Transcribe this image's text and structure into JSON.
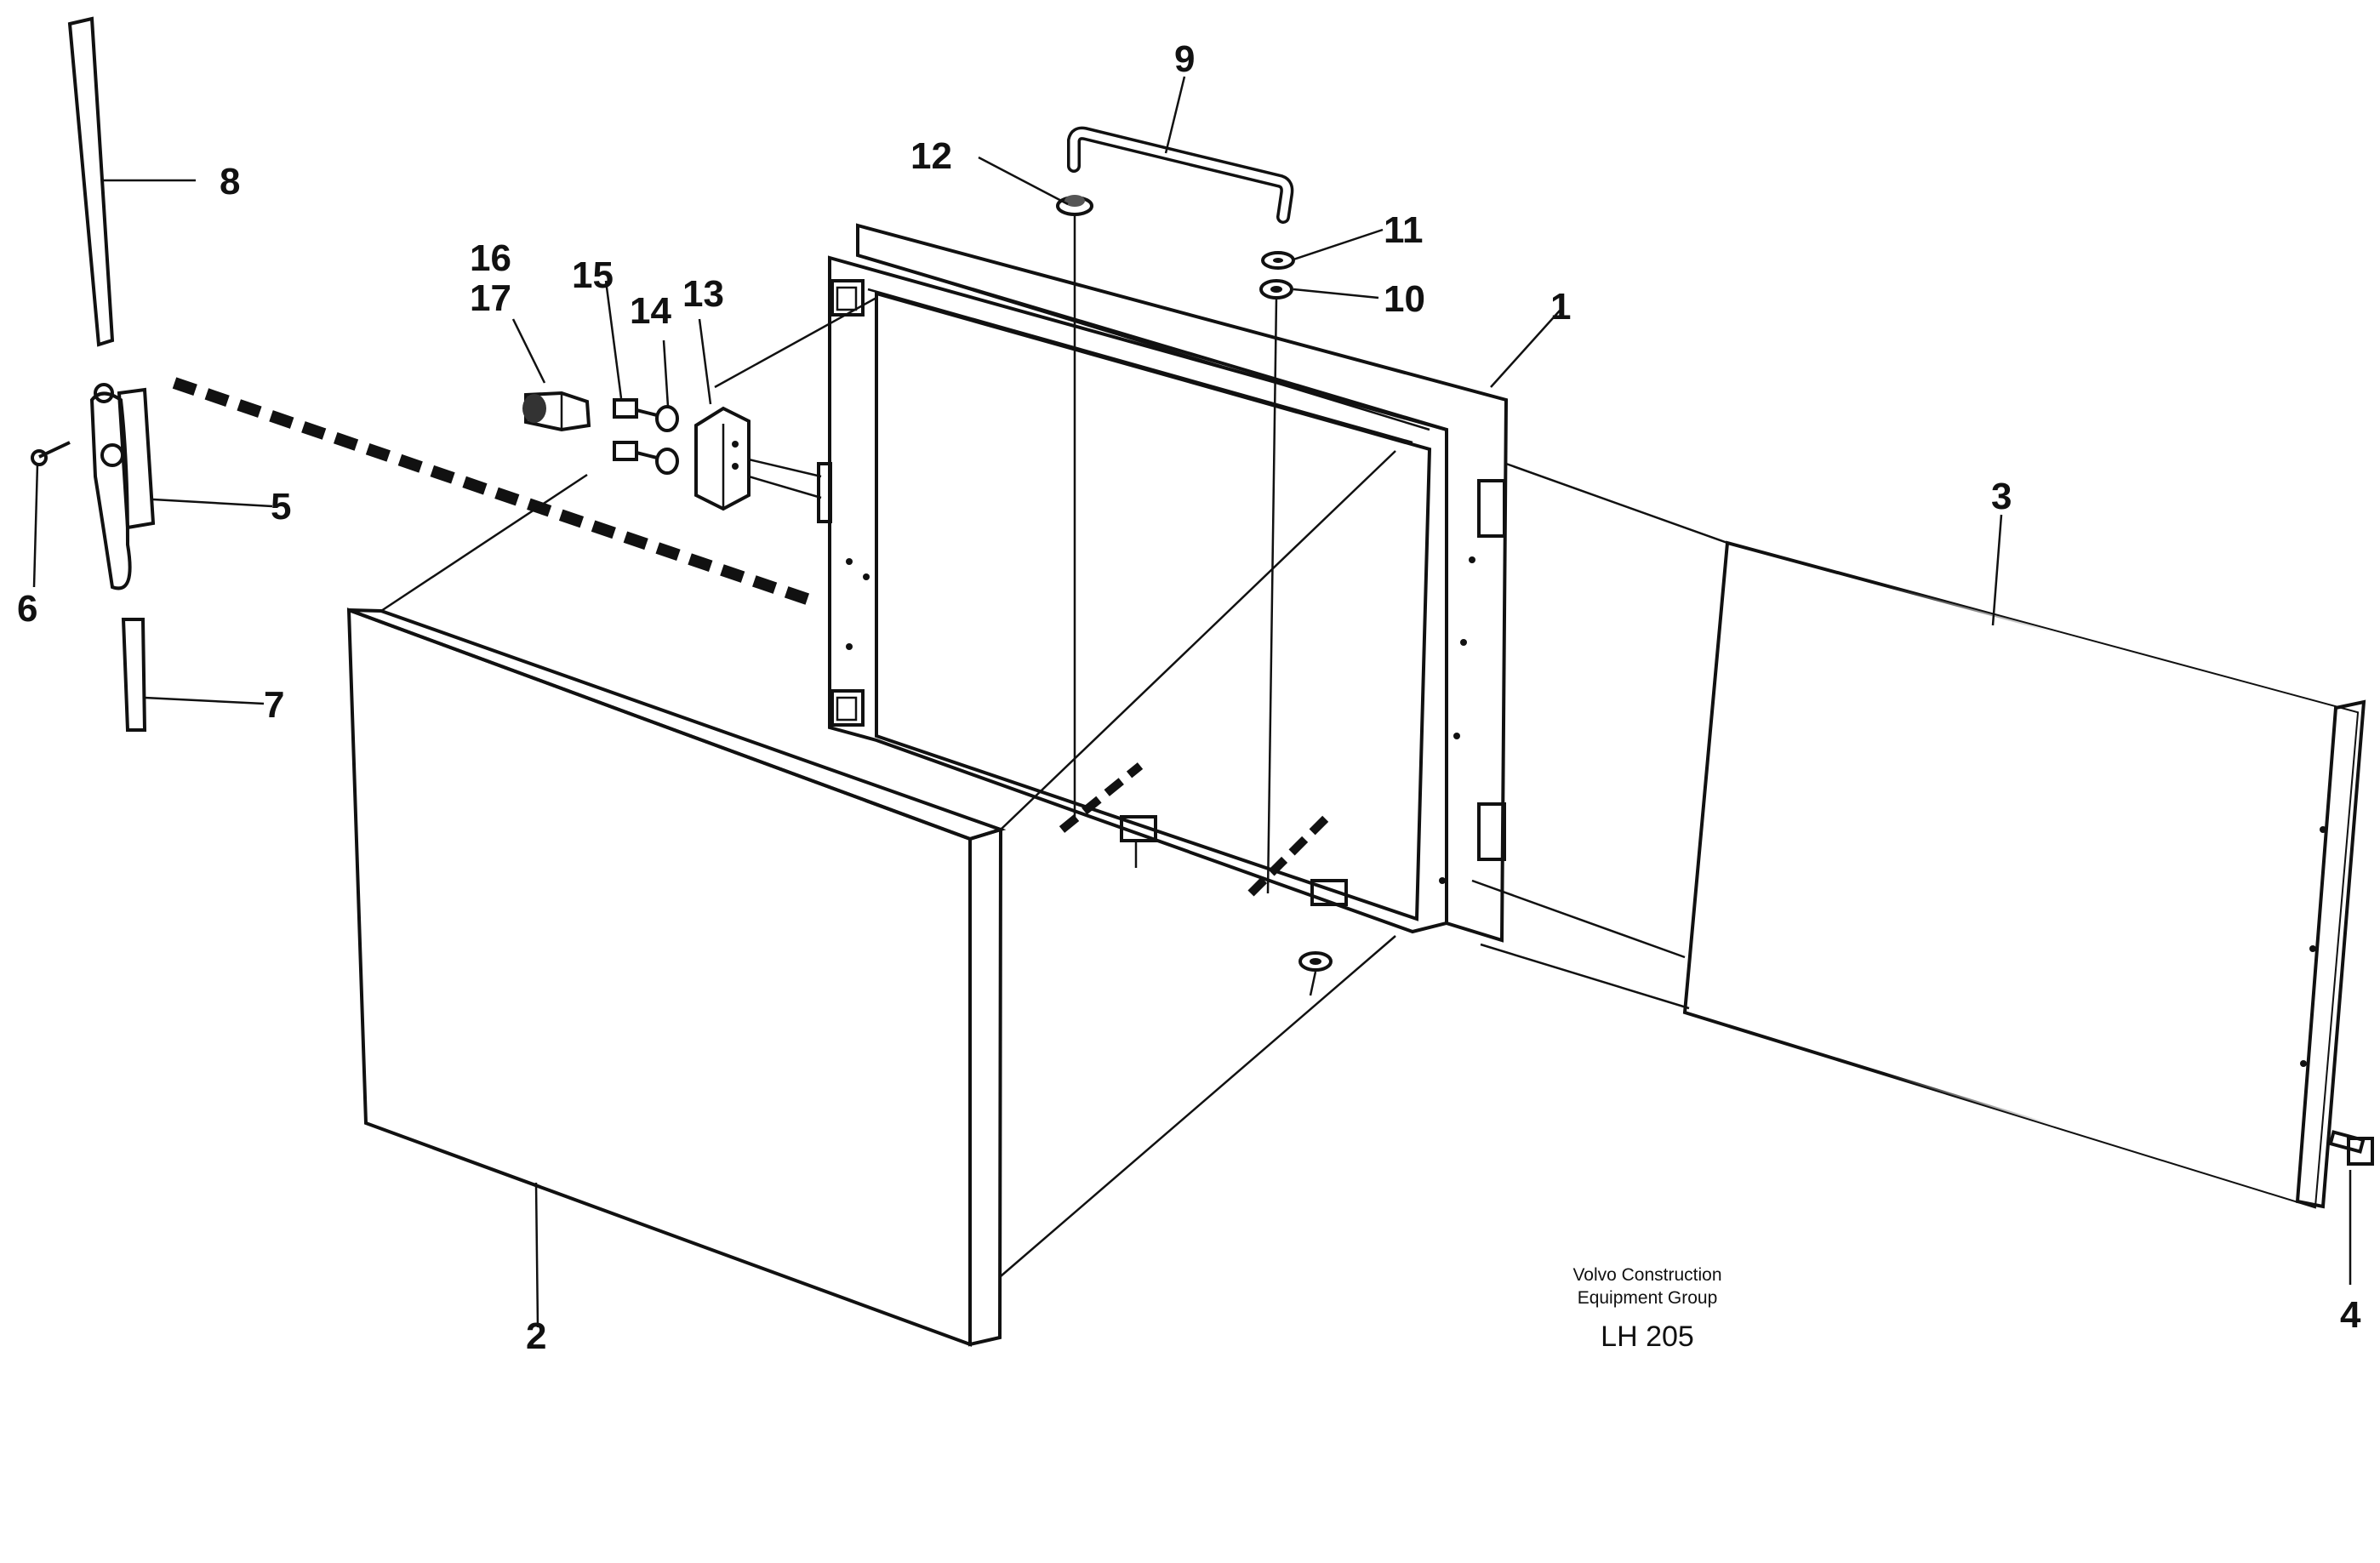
{
  "labels": {
    "p1": "1",
    "p2": "2",
    "p3": "3",
    "p4": "4",
    "p5": "5",
    "p6": "6",
    "p7": "7",
    "p8": "8",
    "p9": "9",
    "p10": "10",
    "p11": "11",
    "p12": "12",
    "p13": "13",
    "p14": "14",
    "p15": "15",
    "p16": "16",
    "p17": "17"
  },
  "caption": {
    "company_line1": "Volvo Construction",
    "company_line2": "Equipment Group",
    "model": "LH 205"
  }
}
